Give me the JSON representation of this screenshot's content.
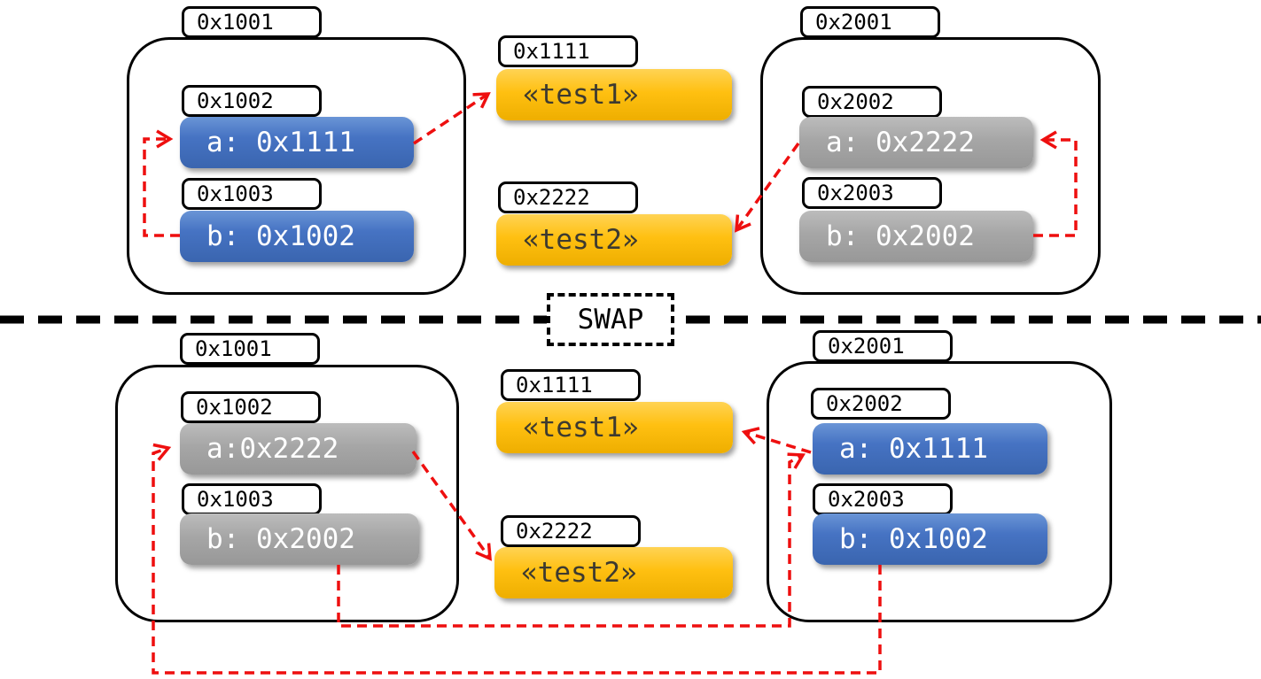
{
  "swap_label": "SWAP",
  "colors": {
    "pointer_box_blue": "#4472C4",
    "pointer_box_gray": "#A6A6A6",
    "string_box_yellow": "#FFC000",
    "arrow_red": "#EE0F0F",
    "outline_black": "#000000",
    "light_text": "#FFFFFF",
    "dark_text": "#3D3A30"
  },
  "before": {
    "left_struct": {
      "address": "0x1001",
      "slot_a": {
        "address": "0x1002",
        "label": "a: 0x1111"
      },
      "slot_b": {
        "address": "0x1003",
        "label": "b: 0x1002"
      }
    },
    "strings": {
      "s1": {
        "address": "0x1111",
        "label": "«test1»"
      },
      "s2": {
        "address": "0x2222",
        "label": "«test2»"
      }
    },
    "right_struct": {
      "address": "0x2001",
      "slot_a": {
        "address": "0x2002",
        "label": "a: 0x2222"
      },
      "slot_b": {
        "address": "0x2003",
        "label": "b: 0x2002"
      }
    }
  },
  "after": {
    "left_struct": {
      "address": "0x1001",
      "slot_a": {
        "address": "0x1002",
        "label": "a:0x2222"
      },
      "slot_b": {
        "address": "0x1003",
        "label": "b: 0x2002"
      }
    },
    "strings": {
      "s1": {
        "address": "0x1111",
        "label": "«test1»"
      },
      "s2": {
        "address": "0x2222",
        "label": "«test2»"
      }
    },
    "right_struct": {
      "address": "0x2001",
      "slot_a": {
        "address": "0x2002",
        "label": "a: 0x1111"
      },
      "slot_b": {
        "address": "0x2003",
        "label": "b: 0x1002"
      }
    }
  },
  "connections": [
    {
      "section": "before",
      "from": "left b (0x1003)",
      "to": "left a (0x1002)"
    },
    {
      "section": "before",
      "from": "left a (0x1111)",
      "to": "string «test1»"
    },
    {
      "section": "before",
      "from": "right a (0x2222)",
      "to": "string «test2»"
    },
    {
      "section": "before",
      "from": "right b (0x2003)",
      "to": "right a (0x2002)"
    },
    {
      "section": "after",
      "from": "left b (0x2002)",
      "to": "right a slot (0x2002)"
    },
    {
      "section": "after",
      "from": "right b (0x1002)",
      "to": "left a slot (0x1002)"
    },
    {
      "section": "after",
      "from": "left a (0x2222)",
      "to": "string «test2»"
    },
    {
      "section": "after",
      "from": "right a (0x1111)",
      "to": "string «test1»"
    }
  ]
}
